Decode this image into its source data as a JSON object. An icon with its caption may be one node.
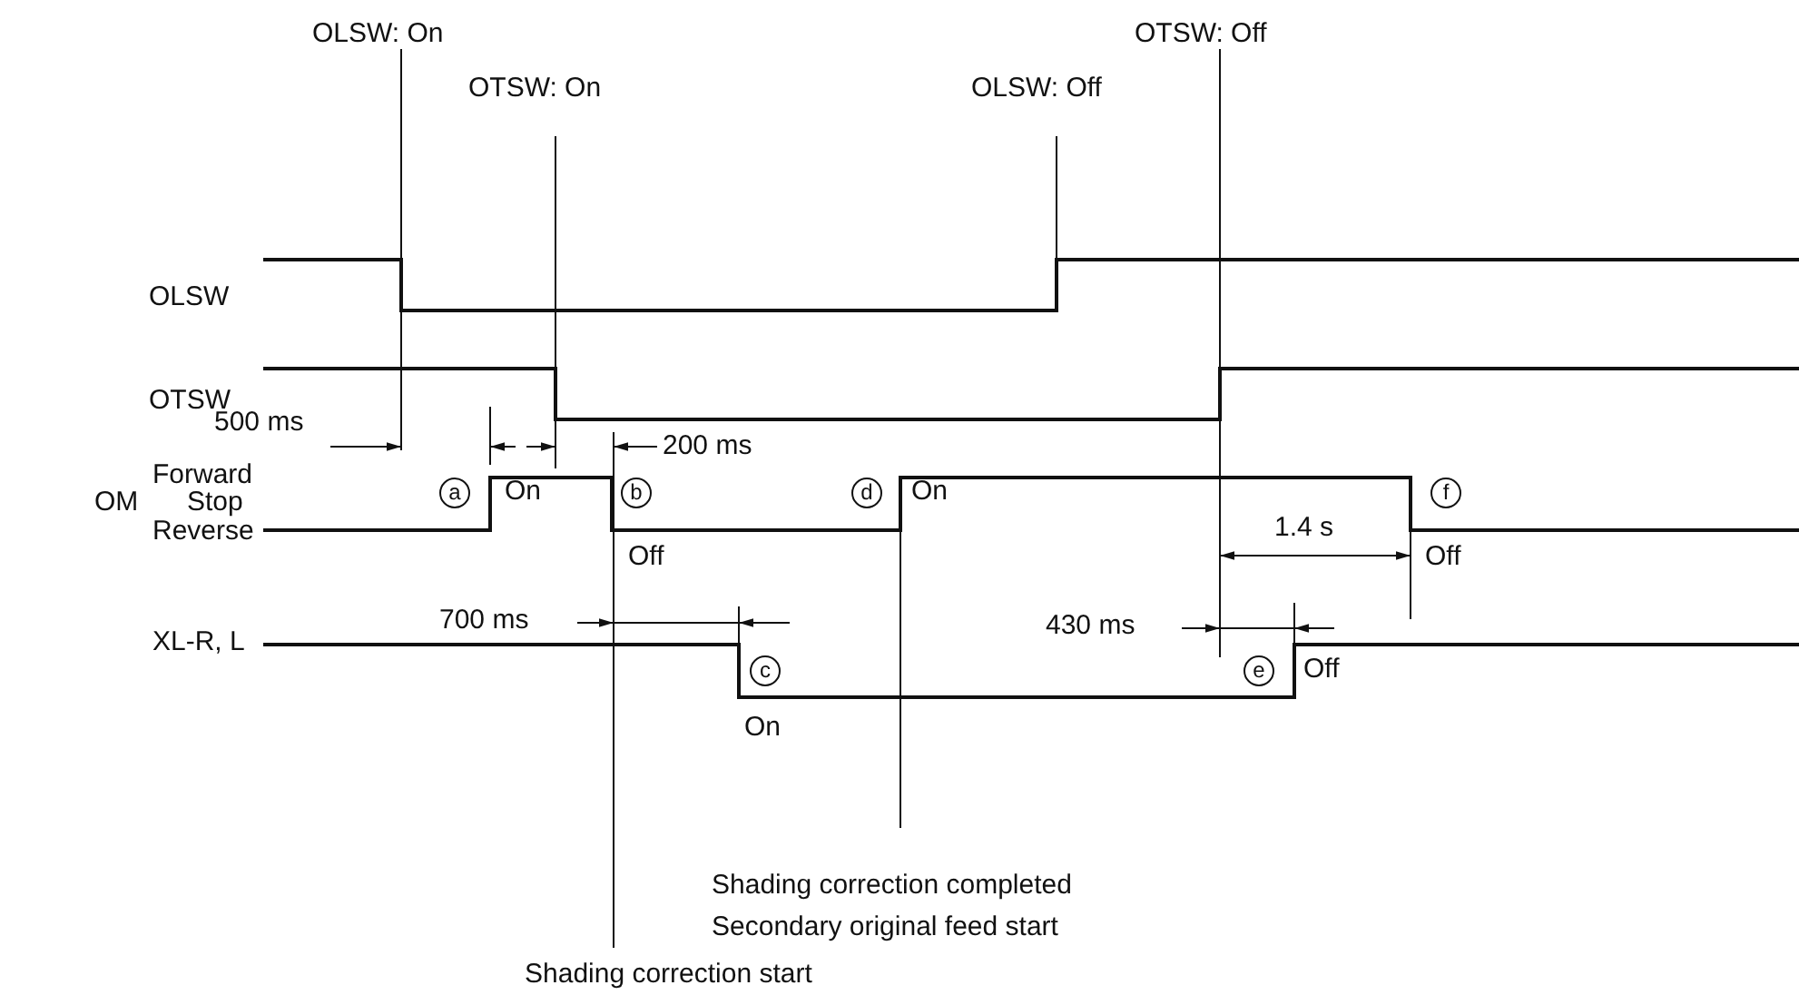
{
  "diagram": {
    "labels": [
      "OLSW: On",
      "OTSW: Off",
      "OTSW: On",
      "OLSW: Off",
      "OLSW",
      "OTSW",
      "500 ms",
      "200 ms",
      "Forward",
      "a",
      "On",
      "b",
      "d",
      "On",
      "f",
      "OM",
      "Stop",
      "Reverse",
      "1.4 s",
      "Off",
      "Off",
      "XL-R, L",
      "700 ms",
      "430 ms",
      "c",
      "e",
      "Off",
      "On",
      "Shading correction completed",
      "Secondary original feed start",
      "Shading correction start"
    ]
  }
}
